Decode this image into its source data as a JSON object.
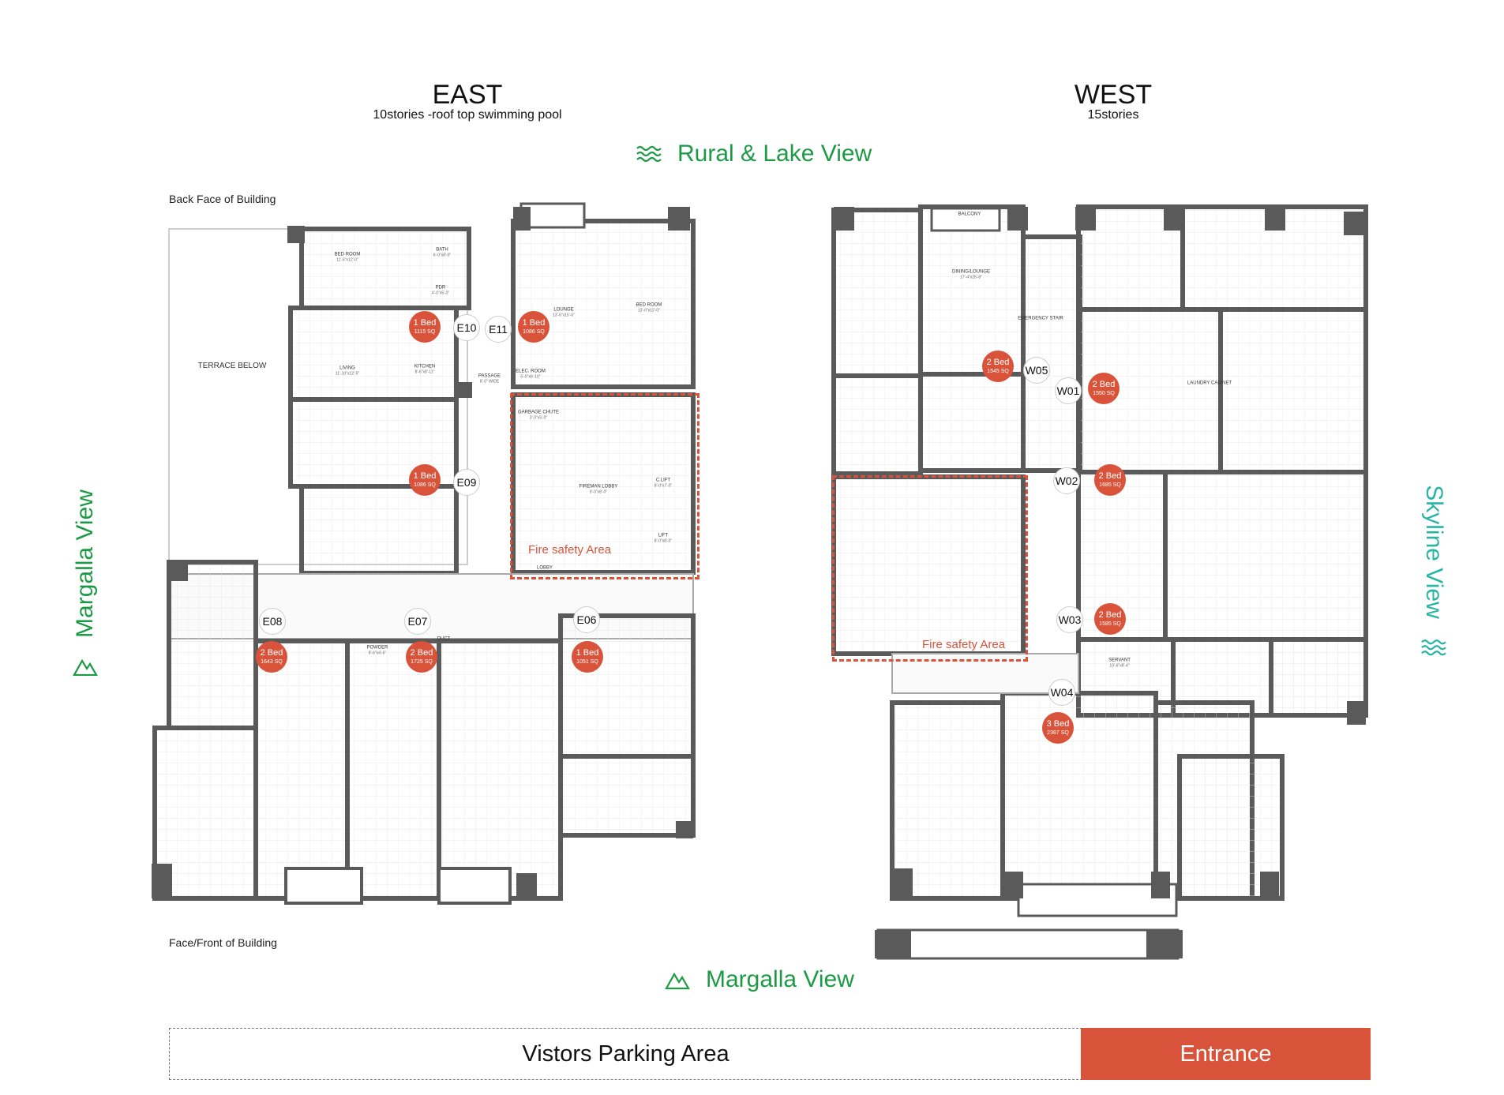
{
  "east": {
    "title": "EAST",
    "subtitle": "10stories -roof top swimming pool"
  },
  "west": {
    "title": "WEST",
    "subtitle": "15stories"
  },
  "views": {
    "top": "Rural & Lake View",
    "bottom": "Margalla View",
    "left": "Margalla View",
    "right": "Skyline View"
  },
  "notes": {
    "back_face": "Back Face of Building",
    "front_face": "Face/Front of Building",
    "terrace": "TERRACE BELOW"
  },
  "fire_safety": "Fire safety Area",
  "units": [
    {
      "code": "E10",
      "type": "1 Bed",
      "size": "1115 SQ"
    },
    {
      "code": "E11",
      "type": "1 Bed",
      "size": "1086 SQ"
    },
    {
      "code": "E09",
      "type": "1 Bed",
      "size": "1086 SQ"
    },
    {
      "code": "E08",
      "type": "2 Bed",
      "size": "1643 SQ"
    },
    {
      "code": "E07",
      "type": "2 Bed",
      "size": "1725 SQ"
    },
    {
      "code": "E06",
      "type": "1 Bed",
      "size": "1051 SQ"
    },
    {
      "code": "W05",
      "type": "2 Bed",
      "size": "1545 SQ"
    },
    {
      "code": "W01",
      "type": "2 Bed",
      "size": "1550 SQ"
    },
    {
      "code": "W02",
      "type": "2 Bed",
      "size": "1685 SQ"
    },
    {
      "code": "W03",
      "type": "2 Bed",
      "size": "1585 SQ"
    },
    {
      "code": "W04",
      "type": "3 Bed",
      "size": "2367 SQ"
    }
  ],
  "rooms": [
    {
      "name": "BED ROOM",
      "dim": "11'-6\"x12'-0\""
    },
    {
      "name": "BATH",
      "dim": "6'-0\"x8'-0\""
    },
    {
      "name": "PDR",
      "dim": "4'-0\"x5'-0\""
    },
    {
      "name": "LIVING",
      "dim": "11'-10\"x12'-5\""
    },
    {
      "name": "KITCHEN",
      "dim": "8'-6\"x8'-11\""
    },
    {
      "name": "LOUNGE",
      "dim": "13'-6\"x15'-6\""
    },
    {
      "name": "BED ROOM",
      "dim": "12'-0\"x12'-0\""
    },
    {
      "name": "ELEC. ROOM",
      "dim": "5'-0\"x6'-10\""
    },
    {
      "name": "PASSAGE",
      "dim": "8'-0\" WIDE"
    },
    {
      "name": "GARBAGE CHUTE",
      "dim": "3'-0\"x5'-0\""
    },
    {
      "name": "FIREMAN LOBBY",
      "dim": "9'-0\"x8'-0\""
    },
    {
      "name": "C.LIFT",
      "dim": "8'-0\"x7'-0\""
    },
    {
      "name": "LIFT",
      "dim": "8'-0\"x8'-0\""
    },
    {
      "name": "LOBBY",
      "dim": ""
    },
    {
      "name": "DINING/LOUNGE",
      "dim": "17'-4\"x25'-8\""
    },
    {
      "name": "EMERGENCY STAIR",
      "dim": ""
    },
    {
      "name": "BALCONY",
      "dim": ""
    },
    {
      "name": "LAUNDRY CABINET",
      "dim": ""
    },
    {
      "name": "SERVANT",
      "dim": "10'-6\"x8'-4\""
    },
    {
      "name": "POWDER",
      "dim": "8'-6\"x4'-6\""
    },
    {
      "name": "DUCT",
      "dim": ""
    }
  ],
  "parking": "Vistors Parking Area",
  "entrance": "Entrance",
  "colors": {
    "accent": "#d9533a",
    "green": "#1d9a45",
    "teal": "#27b5a5",
    "wall": "#5a5a5a"
  }
}
